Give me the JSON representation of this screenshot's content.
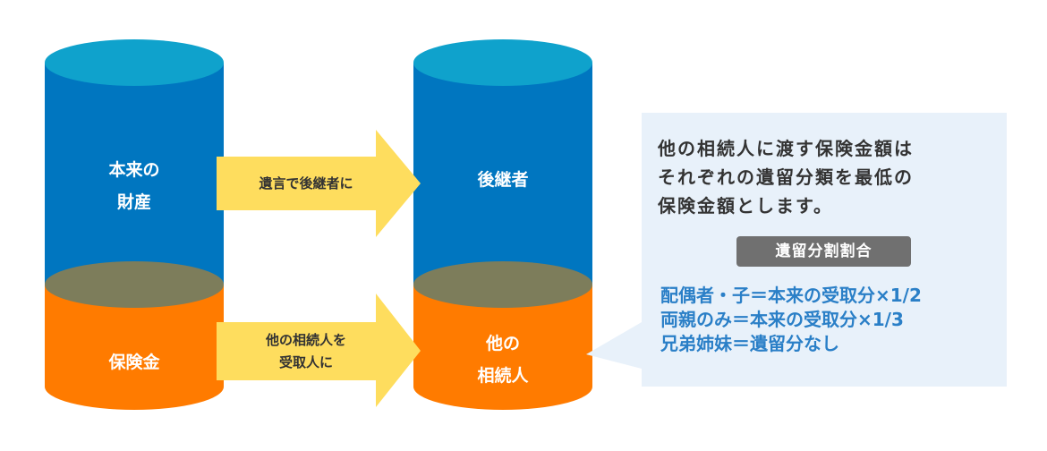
{
  "colors": {
    "blue": "#0076c0",
    "blue_top": "#0fa2cc",
    "orange": "#ff7b00",
    "overlap": "#7d7d5b",
    "arrow": "#fedd5e",
    "callout_bg": "#e8f1fa",
    "badge_bg": "#707070",
    "ratio_text": "#2a7fc7"
  },
  "left_cylinder": {
    "top_label_line1": "本来の",
    "top_label_line2": "財産",
    "bottom_label": "保険金"
  },
  "right_cylinder": {
    "top_label": "後継者",
    "bottom_label_line1": "他の",
    "bottom_label_line2": "相続人"
  },
  "arrows": {
    "upper_label": "遺言で後継者に",
    "lower_label_line1": "他の相続人を",
    "lower_label_line2": "受取人に"
  },
  "callout": {
    "line1": "他の相続人に渡す保険金額は",
    "line2": "それぞれの遺留分類を最低の",
    "line3": "保険金額とします。",
    "badge": "遺留分割割合",
    "ratio1": "配偶者・子＝本来の受取分×1/2",
    "ratio2": "両親のみ＝本来の受取分×1/3",
    "ratio3": "兄弟姉妹＝遺留分なし"
  }
}
